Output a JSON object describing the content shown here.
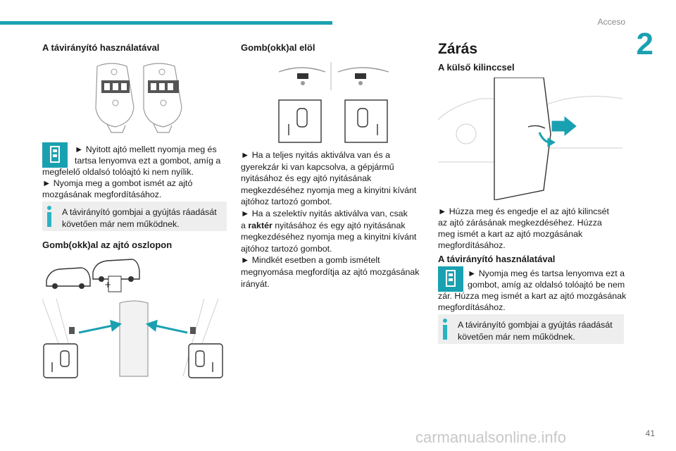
{
  "header": {
    "section": "Acceso",
    "chapter": "2"
  },
  "col1": {
    "heading1": "A távirányító használatával",
    "p1_line1": "► Nyitott ajtó mellett nyomja meg és",
    "p1_line2": "tartsa lenyomva ezt a gombot, amíg a",
    "p1_line3": "megfelelő oldalsó tolóajtó ki nem nyílik.",
    "p1_line4": "► Nyomja meg a gombot ismét az ajtó",
    "p1_line5": "mozgásának megfordításához.",
    "info1_line1": "A távirányító gombjai a gyújtás ráadását",
    "info1_line2": "követően már nem működnek.",
    "heading2": "Gomb(okk)al az ajtó oszlopon"
  },
  "col2": {
    "heading1": "Gomb(okk)al elöl",
    "lines": [
      "► Ha a teljes nyitás aktiválva van és a",
      "gyerekzár ki van kapcsolva, a gépjármű",
      "nyitásához és egy ajtó nyitásának",
      "megkezdéséhez nyomja meg a kinyitni kívánt",
      "ajtóhoz tartozó gombot.",
      "► Ha a szelektív nyitás aktiválva van, csak",
      "megkezdéséhez nyomja meg a kinyitni kívánt",
      "ajtóhoz tartozó gombot.",
      "► Mindkét esetben a gomb ismételt",
      "megnyomása megfordítja az ajtó mozgásának",
      "irányát."
    ],
    "selective_prefix": "a",
    "selective_bold": "raktér",
    "selective_suffix": "nyitásához és egy ajtó nyitásának"
  },
  "col3": {
    "title": "Zárás",
    "heading1": "A külső kilinccsel",
    "p1_line1": "► Húzza meg és engedje el az ajtó kilincsét",
    "p1_line2": "az ajtó zárásának megkezdéséhez. Húzza",
    "p1_line3": "meg ismét a kart az ajtó mozgásának",
    "p1_line4": "megfordításához.",
    "heading2": "A távirányító használatával",
    "p2_line1": "► Nyomja meg és tartsa lenyomva ezt a",
    "p2_line2": "gombot, amíg az oldalsó tolóajtó be nem",
    "p2_line3": "zár. Húzza meg ismét a kart az ajtó mozgásának",
    "p2_line4": "megfordításához.",
    "info_line1": "A távirányító gombjai a gyújtás ráadását",
    "info_line2": "követően már nem működnek."
  },
  "footer": {
    "page": "41",
    "watermark": "carmanualsonline.info"
  },
  "icons": [
    "remote-key-icon",
    "info-icon",
    "door-button-icon",
    "steering-wheel-icon"
  ],
  "colors": {
    "accent": "#1aa1b1",
    "info": "#2bb3c4",
    "box": "#eeeeee"
  }
}
